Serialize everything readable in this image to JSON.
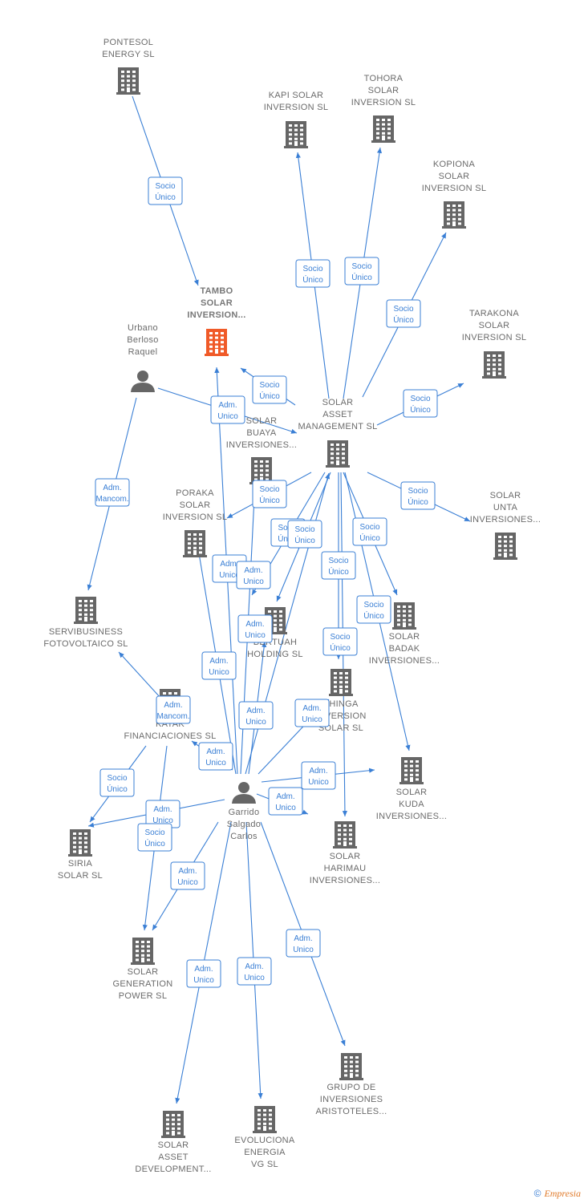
{
  "colors": {
    "edge": "#3a7fd5",
    "node": "#666666",
    "focus": "#f05a28",
    "label": "#6b6b6b"
  },
  "nodes": [
    {
      "id": "pontesol",
      "type": "company",
      "label": [
        "PONTESOL",
        "ENERGY  SL"
      ]
    },
    {
      "id": "tambo",
      "type": "company",
      "focus": true,
      "label": [
        "TAMBO",
        "SOLAR",
        "INVERSION..."
      ]
    },
    {
      "id": "kapi",
      "type": "company",
      "label": [
        "KAPI SOLAR",
        "INVERSION  SL"
      ]
    },
    {
      "id": "tohora",
      "type": "company",
      "label": [
        "TOHORA",
        "SOLAR",
        "INVERSION  SL"
      ]
    },
    {
      "id": "kopiona",
      "type": "company",
      "label": [
        "KOPIONA",
        "SOLAR",
        "INVERSION  SL"
      ]
    },
    {
      "id": "tarakona",
      "type": "company",
      "label": [
        "TARAKONA",
        "SOLAR",
        "INVERSION  SL"
      ]
    },
    {
      "id": "urbano",
      "type": "person",
      "label": [
        "Urbano",
        "Berloso",
        "Raquel"
      ]
    },
    {
      "id": "asset_mgmt",
      "type": "company",
      "label": [
        "SOLAR",
        "ASSET",
        "MANAGEMENT SL"
      ]
    },
    {
      "id": "buaya",
      "type": "company",
      "label": [
        "SOLAR",
        "BUAYA",
        "INVERSIONES..."
      ]
    },
    {
      "id": "poraka",
      "type": "company",
      "label": [
        "PORAKA",
        "SOLAR",
        "INVERSION  SL"
      ]
    },
    {
      "id": "unta",
      "type": "company",
      "label": [
        "SOLAR",
        "UNTA",
        "INVERSIONES..."
      ]
    },
    {
      "id": "servibusiness",
      "type": "company",
      "label": [
        "SERVIBUSINESS",
        "FOTOVOLTAICO SL"
      ]
    },
    {
      "id": "bertuah",
      "type": "company",
      "label": [
        "BERTUAH",
        "HOLDING  SL"
      ]
    },
    {
      "id": "badak",
      "type": "company",
      "label": [
        "SOLAR",
        "BADAK",
        "INVERSIONES..."
      ]
    },
    {
      "id": "katak",
      "type": "company",
      "label": [
        "KATAK",
        "FINANCIACIONES SL"
      ]
    },
    {
      "id": "thinga",
      "type": "company",
      "label": [
        "THINGA",
        "INVERSION",
        "SOLAR  SL"
      ]
    },
    {
      "id": "kuda",
      "type": "company",
      "label": [
        "SOLAR",
        "KUDA",
        "INVERSIONES..."
      ]
    },
    {
      "id": "garrido",
      "type": "person",
      "label": [
        "Garrido",
        "Salgado",
        "Carlos"
      ]
    },
    {
      "id": "siria",
      "type": "company",
      "label": [
        "SIRIA",
        "SOLAR SL"
      ]
    },
    {
      "id": "harimau",
      "type": "company",
      "label": [
        "SOLAR",
        "HARIMAU",
        "INVERSIONES..."
      ]
    },
    {
      "id": "generation",
      "type": "company",
      "label": [
        "SOLAR",
        "GENERATION",
        "POWER SL"
      ]
    },
    {
      "id": "aristoteles",
      "type": "company",
      "label": [
        "GRUPO DE",
        "INVERSIONES",
        "ARISTOTELES..."
      ]
    },
    {
      "id": "development",
      "type": "company",
      "label": [
        "SOLAR",
        "ASSET",
        "DEVELOPMENT..."
      ]
    },
    {
      "id": "evoluciona",
      "type": "company",
      "label": [
        "EVOLUCIONA",
        "ENERGIA",
        "VG  SL"
      ]
    }
  ],
  "edges": [
    {
      "from": "pontesol",
      "to": "tambo",
      "label": [
        "Socio",
        "Único"
      ]
    },
    {
      "from": "asset_mgmt",
      "to": "kapi",
      "label": [
        "Socio",
        "Único"
      ]
    },
    {
      "from": "asset_mgmt",
      "to": "tohora",
      "label": [
        "Socio",
        "Único"
      ]
    },
    {
      "from": "asset_mgmt",
      "to": "kopiona",
      "label": [
        "Socio",
        "Único"
      ]
    },
    {
      "from": "asset_mgmt",
      "to": "tarakona",
      "label": [
        "Socio",
        "Único"
      ]
    },
    {
      "from": "asset_mgmt",
      "to": "tambo",
      "label": [
        "Socio",
        "Único"
      ]
    },
    {
      "from": "urbano",
      "to": "asset_mgmt",
      "label": [
        "Adm.",
        "Unico"
      ]
    },
    {
      "from": "urbano",
      "to": "servibusiness",
      "label": [
        "Adm.",
        "Mancom."
      ]
    },
    {
      "from": "asset_mgmt",
      "to": "poraka",
      "label": [
        "Socio",
        "Único"
      ]
    },
    {
      "from": "asset_mgmt",
      "to": "unta",
      "label": [
        "Socio",
        "Único"
      ]
    },
    {
      "from": "asset_mgmt",
      "to": "buaya",
      "label": [
        "Socio",
        "Único"
      ]
    },
    {
      "from": "asset_mgmt",
      "to": "bertuah",
      "label": [
        "Socio",
        "Único"
      ]
    },
    {
      "from": "asset_mgmt",
      "to": "badak",
      "label": [
        "Socio",
        "Único"
      ]
    },
    {
      "from": "asset_mgmt",
      "to": "thinga",
      "label": [
        "Socio",
        "Único"
      ]
    },
    {
      "from": "asset_mgmt",
      "to": "kuda",
      "label": [
        "Socio",
        "Único"
      ]
    },
    {
      "from": "asset_mgmt",
      "to": "harimau",
      "label": [
        "Socio",
        "Único"
      ]
    },
    {
      "from": "garrido",
      "to": "tambo",
      "label": [
        "Adm.",
        "Unico"
      ]
    },
    {
      "from": "garrido",
      "to": "asset_mgmt",
      "label": [
        "Adm.",
        "Unico"
      ]
    },
    {
      "from": "garrido",
      "to": "poraka",
      "label": [
        "Adm.",
        "Unico"
      ]
    },
    {
      "from": "garrido",
      "to": "buaya",
      "label": [
        "Adm.",
        "Unico"
      ]
    },
    {
      "from": "garrido",
      "to": "bertuah",
      "label": [
        "Adm.",
        "Unico"
      ]
    },
    {
      "from": "garrido",
      "to": "thinga",
      "label": [
        "Adm.",
        "Unico"
      ]
    },
    {
      "from": "garrido",
      "to": "kuda",
      "label": [
        "Adm.",
        "Unico"
      ]
    },
    {
      "from": "garrido",
      "to": "harimau",
      "label": [
        "Adm.",
        "Unico"
      ]
    },
    {
      "from": "garrido",
      "to": "siria",
      "label": [
        "Adm.",
        "Unico"
      ]
    },
    {
      "from": "garrido",
      "to": "generation",
      "label": [
        "Adm.",
        "Unico"
      ]
    },
    {
      "from": "garrido",
      "to": "development",
      "label": [
        "Adm.",
        "Unico"
      ]
    },
    {
      "from": "garrido",
      "to": "evoluciona",
      "label": [
        "Adm.",
        "Unico"
      ]
    },
    {
      "from": "garrido",
      "to": "aristoteles",
      "label": [
        "Adm.",
        "Unico"
      ]
    },
    {
      "from": "garrido",
      "to": "katak",
      "label": [
        "Adm.",
        "Unico"
      ]
    },
    {
      "from": "katak",
      "to": "servibusiness",
      "label": [
        "Adm.",
        "Mancom."
      ]
    },
    {
      "from": "katak",
      "to": "siria",
      "label": [
        "Socio",
        "Único"
      ]
    },
    {
      "from": "katak",
      "to": "generation",
      "label": [
        "Socio",
        "Único"
      ]
    }
  ],
  "footer": {
    "copyright": "©",
    "brand": "Empresia"
  }
}
